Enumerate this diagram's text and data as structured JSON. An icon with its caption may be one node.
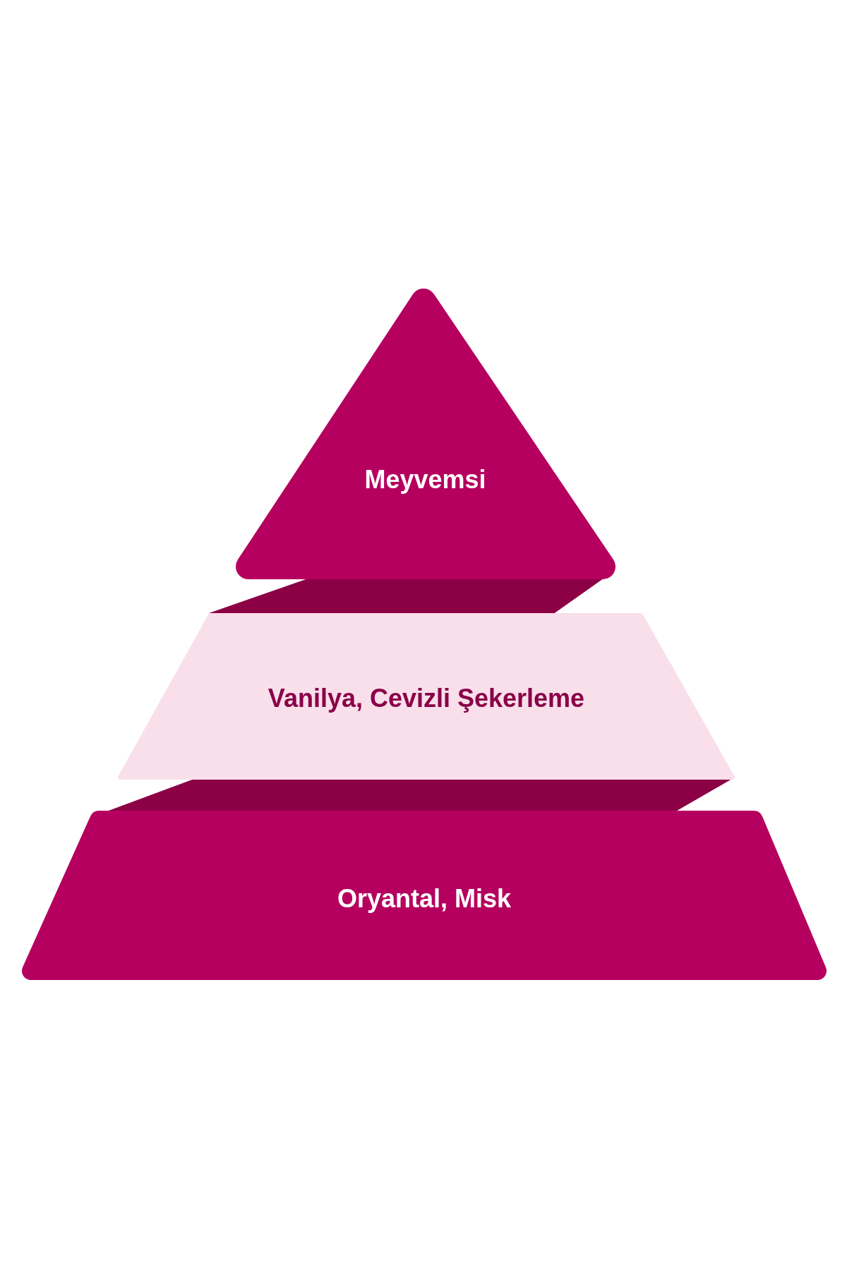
{
  "diagram": {
    "nodes": [
      {
        "text": [
          "Meyvemsi"
        ]
      },
      {
        "text": [
          "Vanilya, Cevizli Şekerleme"
        ]
      },
      {
        "text": [
          "Oryantal, Misk"
        ]
      }
    ]
  }
}
